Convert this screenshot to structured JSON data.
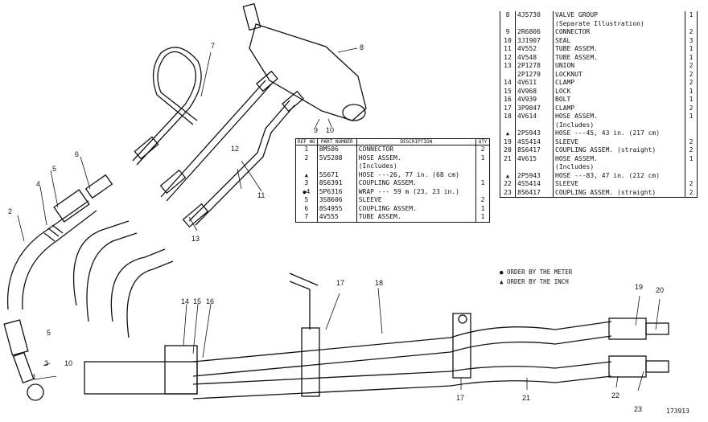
{
  "callouts": [
    "1",
    "2",
    "3",
    "10",
    "4",
    "5",
    "5",
    "6",
    "7",
    "8",
    "9",
    "10",
    "11",
    "12",
    "13",
    "14",
    "15",
    "16",
    "17",
    "17",
    "18",
    "19",
    "20",
    "21",
    "22",
    "23"
  ],
  "left_table": {
    "headers": {
      "ref": "REF NO",
      "part": "PART NUMBER",
      "desc": "DESCRIPTION",
      "qty": "QTY"
    },
    "rows": [
      {
        "mark": "",
        "ref": "1",
        "part": "8M506",
        "desc": "CONNECTOR",
        "qty": "2"
      },
      {
        "mark": "",
        "ref": "2",
        "part": "5V5208",
        "desc": "HOSE ASSEM.",
        "qty": "1"
      },
      {
        "mark": "",
        "ref": "",
        "part": "",
        "desc": "(Includes)",
        "qty": ""
      },
      {
        "mark": "▲",
        "ref": "",
        "part": "5S671",
        "desc": "HOSE ---26, 77 in. (68 cm)",
        "qty": ""
      },
      {
        "mark": "",
        "ref": "3",
        "part": "8S6391",
        "desc": "COUPLING ASSEM.",
        "qty": "1"
      },
      {
        "mark": "●",
        "ref": "4",
        "part": "5P6316",
        "desc": "WRAP --- 59 m (23, 23 in.)",
        "qty": ""
      },
      {
        "mark": "",
        "ref": "5",
        "part": "3S8606",
        "desc": "SLEEVE",
        "qty": "2"
      },
      {
        "mark": "",
        "ref": "6",
        "part": "8S4955",
        "desc": "COUPLING ASSEM.",
        "qty": "1"
      },
      {
        "mark": "",
        "ref": "7",
        "part": "4V555",
        "desc": "TUBE ASSEM.",
        "qty": "1"
      }
    ]
  },
  "right_table": {
    "rows": [
      {
        "mark": "",
        "ref": "8",
        "part": "4J5730",
        "desc": "VALVE GROUP",
        "qty": "1"
      },
      {
        "mark": "",
        "ref": "",
        "part": "",
        "desc": "(Separate Illustration)",
        "qty": ""
      },
      {
        "mark": "",
        "ref": "9",
        "part": "2R6806",
        "desc": "CONNECTOR",
        "qty": "2"
      },
      {
        "mark": "",
        "ref": "10",
        "part": "3J1907",
        "desc": "SEAL",
        "qty": "3"
      },
      {
        "mark": "",
        "ref": "11",
        "part": "4V552",
        "desc": "TUBE ASSEM.",
        "qty": "1"
      },
      {
        "mark": "",
        "ref": "12",
        "part": "4V548",
        "desc": "TUBE ASSEM.",
        "qty": "1"
      },
      {
        "mark": "",
        "ref": "13",
        "part": "2P1278",
        "desc": "UNION",
        "qty": "2"
      },
      {
        "mark": "",
        "ref": "",
        "part": "2P1279",
        "desc": "LOCKNUT",
        "qty": "2"
      },
      {
        "mark": "",
        "ref": "14",
        "part": "4V611",
        "desc": "CLAMP",
        "qty": "2"
      },
      {
        "mark": "",
        "ref": "15",
        "part": "4V968",
        "desc": "LOCK",
        "qty": "1"
      },
      {
        "mark": "",
        "ref": "16",
        "part": "4V939",
        "desc": "BOLT",
        "qty": "1"
      },
      {
        "mark": "",
        "ref": "17",
        "part": "3P9847",
        "desc": "CLAMP",
        "qty": "2"
      },
      {
        "mark": "",
        "ref": "18",
        "part": "4V614",
        "desc": "HOSE ASSEM.",
        "qty": "1"
      },
      {
        "mark": "",
        "ref": "",
        "part": "",
        "desc": "(Includes)",
        "qty": ""
      },
      {
        "mark": "▲",
        "ref": "",
        "part": "2P5943",
        "desc": "HOSE ---45, 43 in. (217 cm)",
        "qty": ""
      },
      {
        "mark": "",
        "ref": "19",
        "part": "4S5414",
        "desc": "SLEEVE",
        "qty": "2"
      },
      {
        "mark": "",
        "ref": "20",
        "part": "8S6417",
        "desc": "COUPLING ASSEM. (straight)",
        "qty": "2"
      },
      {
        "mark": "",
        "ref": "21",
        "part": "4V615",
        "desc": "HOSE ASSEM.",
        "qty": "1"
      },
      {
        "mark": "",
        "ref": "",
        "part": "",
        "desc": "(Includes)",
        "qty": ""
      },
      {
        "mark": "▲",
        "ref": "",
        "part": "2P5943",
        "desc": "HOSE ---83, 47 in. (212 cm)",
        "qty": ""
      },
      {
        "mark": "",
        "ref": "22",
        "part": "4S5414",
        "desc": "SLEEVE",
        "qty": "2"
      },
      {
        "mark": "",
        "ref": "23",
        "part": "8S6417",
        "desc": "COUPLING ASSEM. (straight)",
        "qty": "2"
      }
    ]
  },
  "legend": {
    "meter": "● ORDER BY THE METER",
    "inch": "▲ ORDER BY THE INCH"
  },
  "figure_number": "173913"
}
